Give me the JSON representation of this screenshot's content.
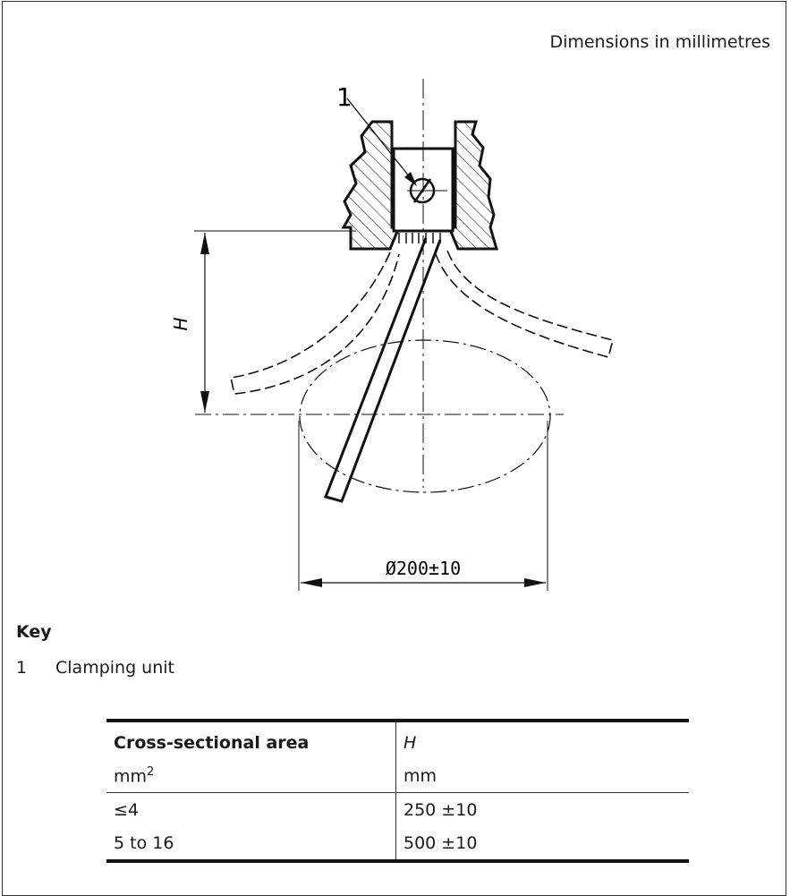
{
  "header": {
    "dimensions_note": "Dimensions in millimetres"
  },
  "drawing": {
    "label_item": "1",
    "label_height": "H",
    "label_diameter": "Ø200±10"
  },
  "key": {
    "title": "Key",
    "items": [
      {
        "number": "1",
        "text": "Clamping unit"
      }
    ]
  },
  "table": {
    "header": {
      "col1": "Cross-sectional area",
      "col2": "H"
    },
    "units": {
      "col1": "mm",
      "col1_sup": "2",
      "col2": "mm"
    },
    "rows": [
      {
        "area": "≤4",
        "h": "250 ±10"
      },
      {
        "area": "5 to 16",
        "h": "500 ±10"
      }
    ]
  }
}
